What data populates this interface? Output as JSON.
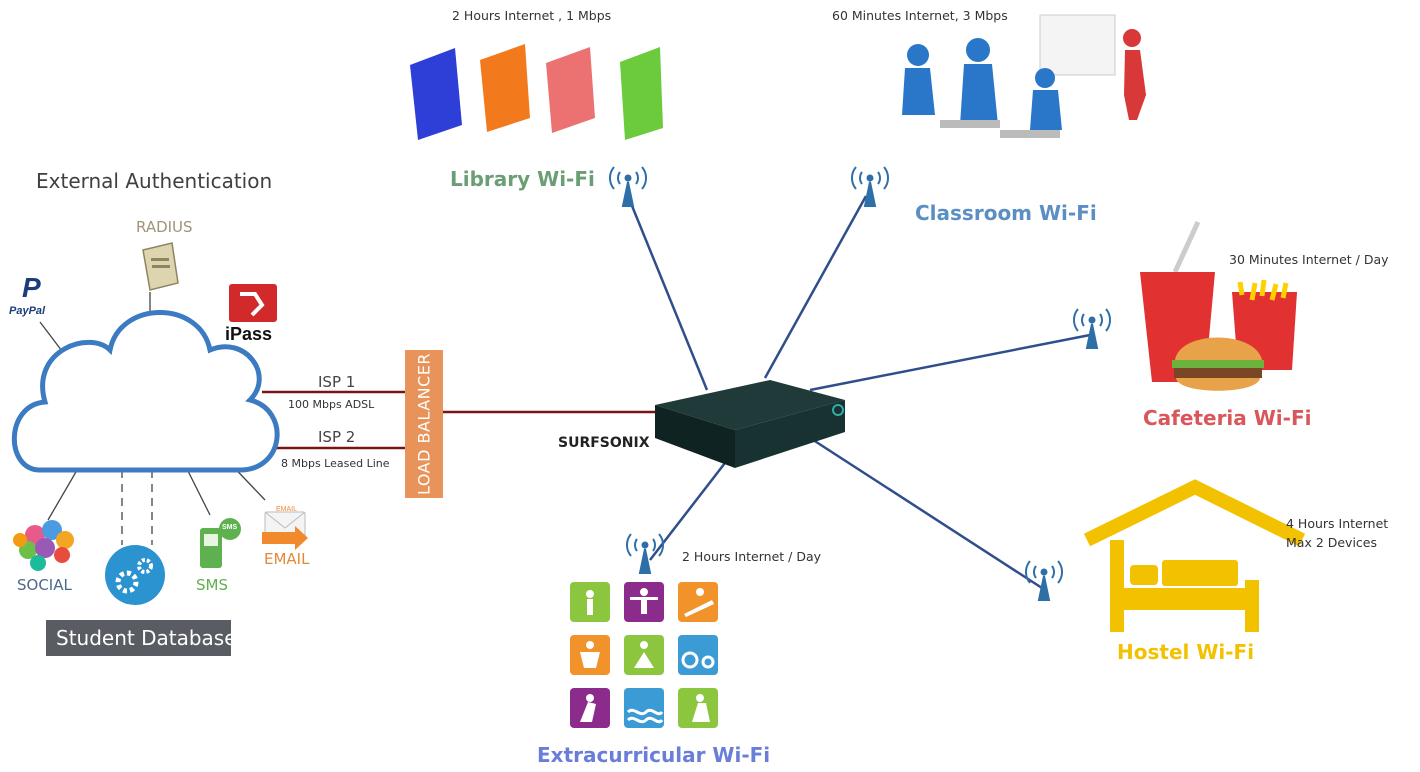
{
  "external_auth": {
    "title": "External Authentication"
  },
  "auth_sources": {
    "radius": "RADIUS",
    "paypal": "PayPal",
    "ipass": "iPass",
    "social": "SOCIAL",
    "sms": "SMS",
    "sms_bubble": "SMS",
    "email": "EMAIL",
    "email_tag": "EMAIL",
    "student_db": "Student Database"
  },
  "isp": {
    "isp1": {
      "label": "ISP 1",
      "desc": "100 Mbps ADSL"
    },
    "isp2": {
      "label": "ISP 2",
      "desc": "8 Mbps Leased Line"
    }
  },
  "load_balancer": "LOAD BALANCER",
  "device": {
    "name": "SURFSONIX"
  },
  "zones": {
    "library": {
      "name": "Library Wi-Fi",
      "policy": "2 Hours Internet , 1 Mbps",
      "color": "#6b9e75"
    },
    "classroom": {
      "name": "Classroom Wi-Fi",
      "policy": "60 Minutes Internet, 3 Mbps",
      "color": "#5b8ec2"
    },
    "cafeteria": {
      "name": "Cafeteria Wi-Fi",
      "policy": "30 Minutes Internet / Day",
      "color": "#d9565a"
    },
    "hostel": {
      "name": "Hostel Wi-Fi",
      "policy_line1": "4 Hours Internet",
      "policy_line2": "Max 2 Devices",
      "color": "#f2c100"
    },
    "extracurricular": {
      "name": "Extracurricular Wi-Fi",
      "policy": "2 Hours Internet / Day",
      "color": "#6a7ed8"
    }
  },
  "colors": {
    "link_blue": "#2f4e8c",
    "isp_line": "#7a1414",
    "cloud_stroke": "#3c7bc2",
    "load_balancer": "#e8935a",
    "wifi_icon": "#2f6fa8"
  },
  "icons": [
    "cloud-icon",
    "server-icon",
    "paypal-icon",
    "ipass-icon",
    "social-icon",
    "database-gear-icon",
    "sms-icon",
    "email-icon",
    "router-icon",
    "wifi-antenna-icon",
    "books-icon",
    "classroom-icon",
    "fastfood-icon",
    "bed-icon",
    "sports-icon"
  ]
}
